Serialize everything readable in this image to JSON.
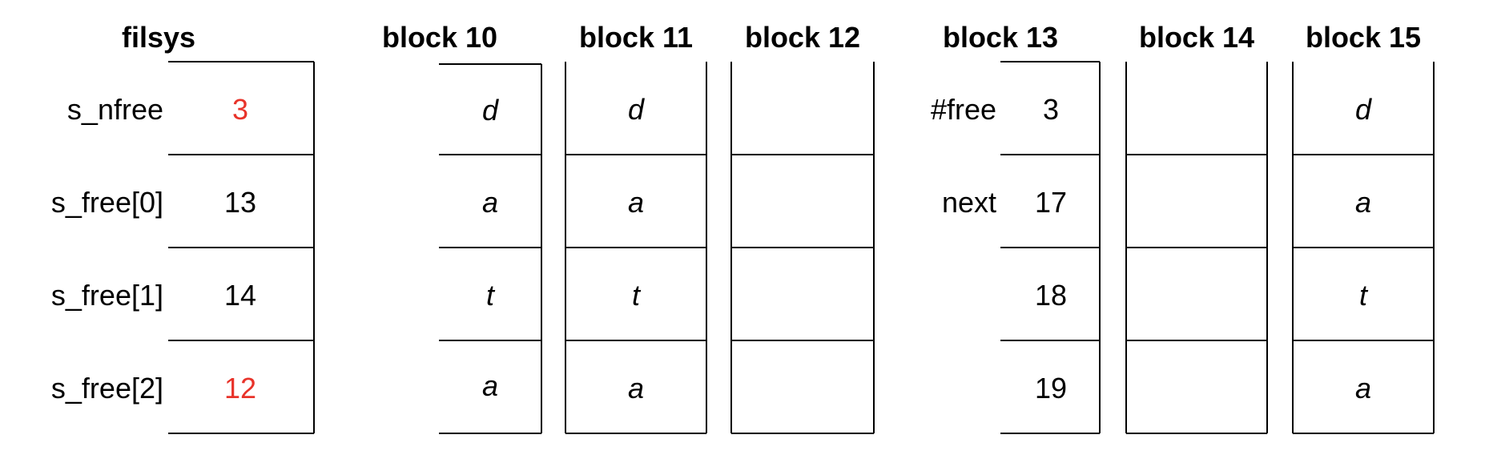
{
  "colors": {
    "highlight": "#e8332a",
    "line": "#000000"
  },
  "filsys": {
    "title": "filsys",
    "rows": [
      {
        "label": "s_nfree",
        "value": "3",
        "highlight": true
      },
      {
        "label": "s_free[0]",
        "value": "13",
        "highlight": false
      },
      {
        "label": "s_free[1]",
        "value": "14",
        "highlight": false
      },
      {
        "label": "s_free[2]",
        "value": "12",
        "highlight": true
      }
    ]
  },
  "blocks": [
    {
      "title": "block 10",
      "cells": [
        "d",
        "a",
        "t",
        "a"
      ]
    },
    {
      "title": "block 11",
      "cells": [
        "d",
        "a",
        "t",
        "a"
      ]
    },
    {
      "title": "block 12",
      "cells": [
        "",
        "",
        "",
        ""
      ]
    },
    {
      "title": "block 13",
      "labels": [
        "#free",
        "next",
        "",
        ""
      ],
      "cells": [
        "3",
        "17",
        "18",
        "19"
      ]
    },
    {
      "title": "block 14",
      "cells": [
        "",
        "",
        "",
        ""
      ]
    },
    {
      "title": "block 15",
      "cells": [
        "d",
        "a",
        "t",
        "a"
      ]
    }
  ]
}
